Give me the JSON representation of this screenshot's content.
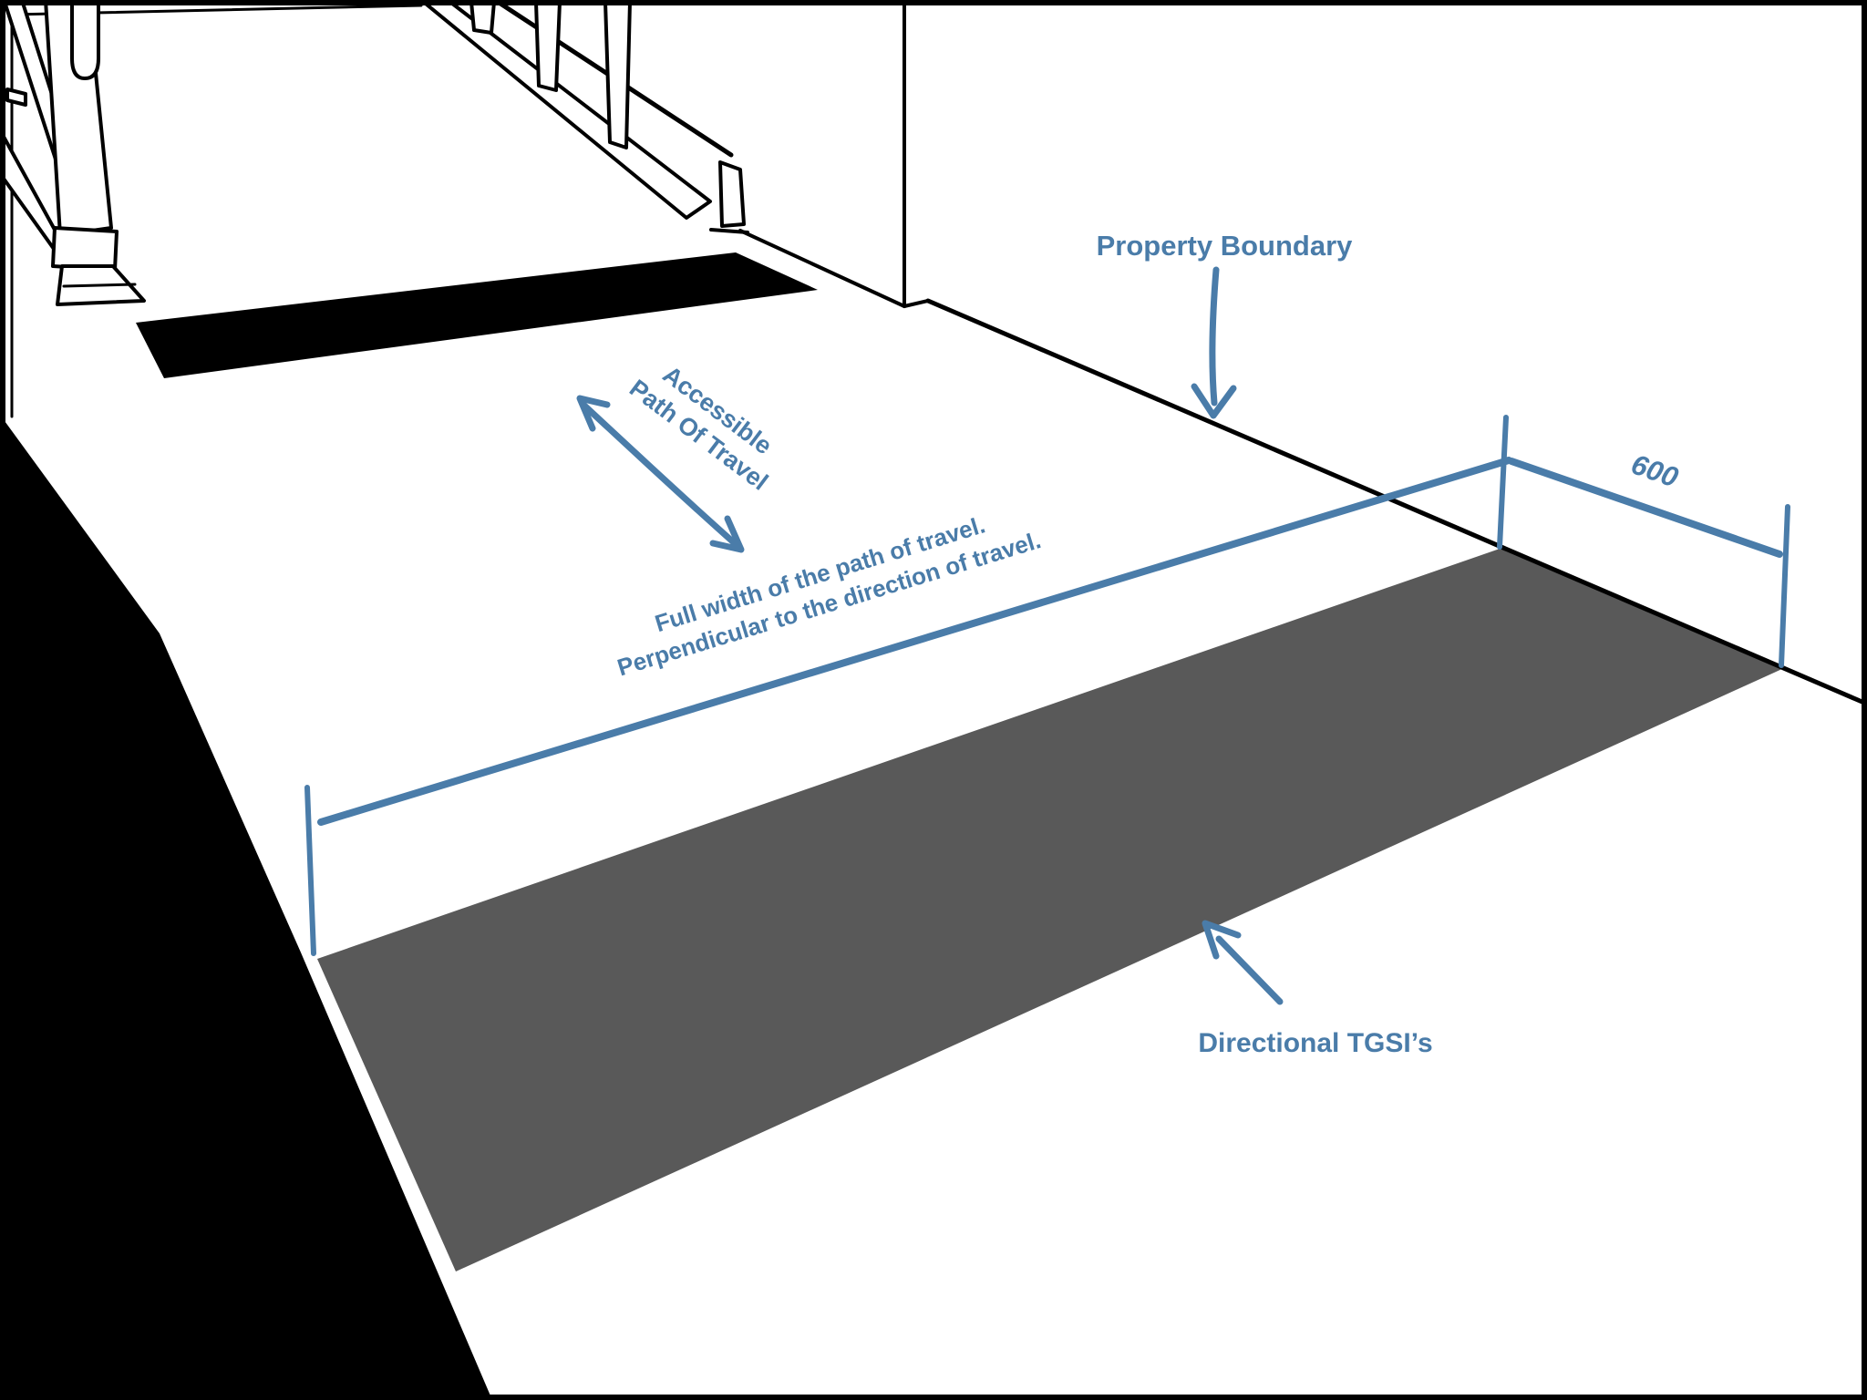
{
  "diagram": {
    "labels": {
      "property_boundary": "Property Boundary",
      "accessible_path_line1": "Accessible",
      "accessible_path_line2": "Path Of Travel",
      "full_width_line1": "Full width of the path of travel.",
      "full_width_line2": "Perpendicular to the direction of travel.",
      "dimension_600": "600",
      "directional_tgsis": "Directional TGSI’s"
    },
    "colors": {
      "annotation_blue": "#4A7CA9",
      "tgsi_gray": "#595959",
      "tgsi_black": "#000000",
      "line_black": "#000000",
      "background": "#FFFFFF"
    }
  }
}
